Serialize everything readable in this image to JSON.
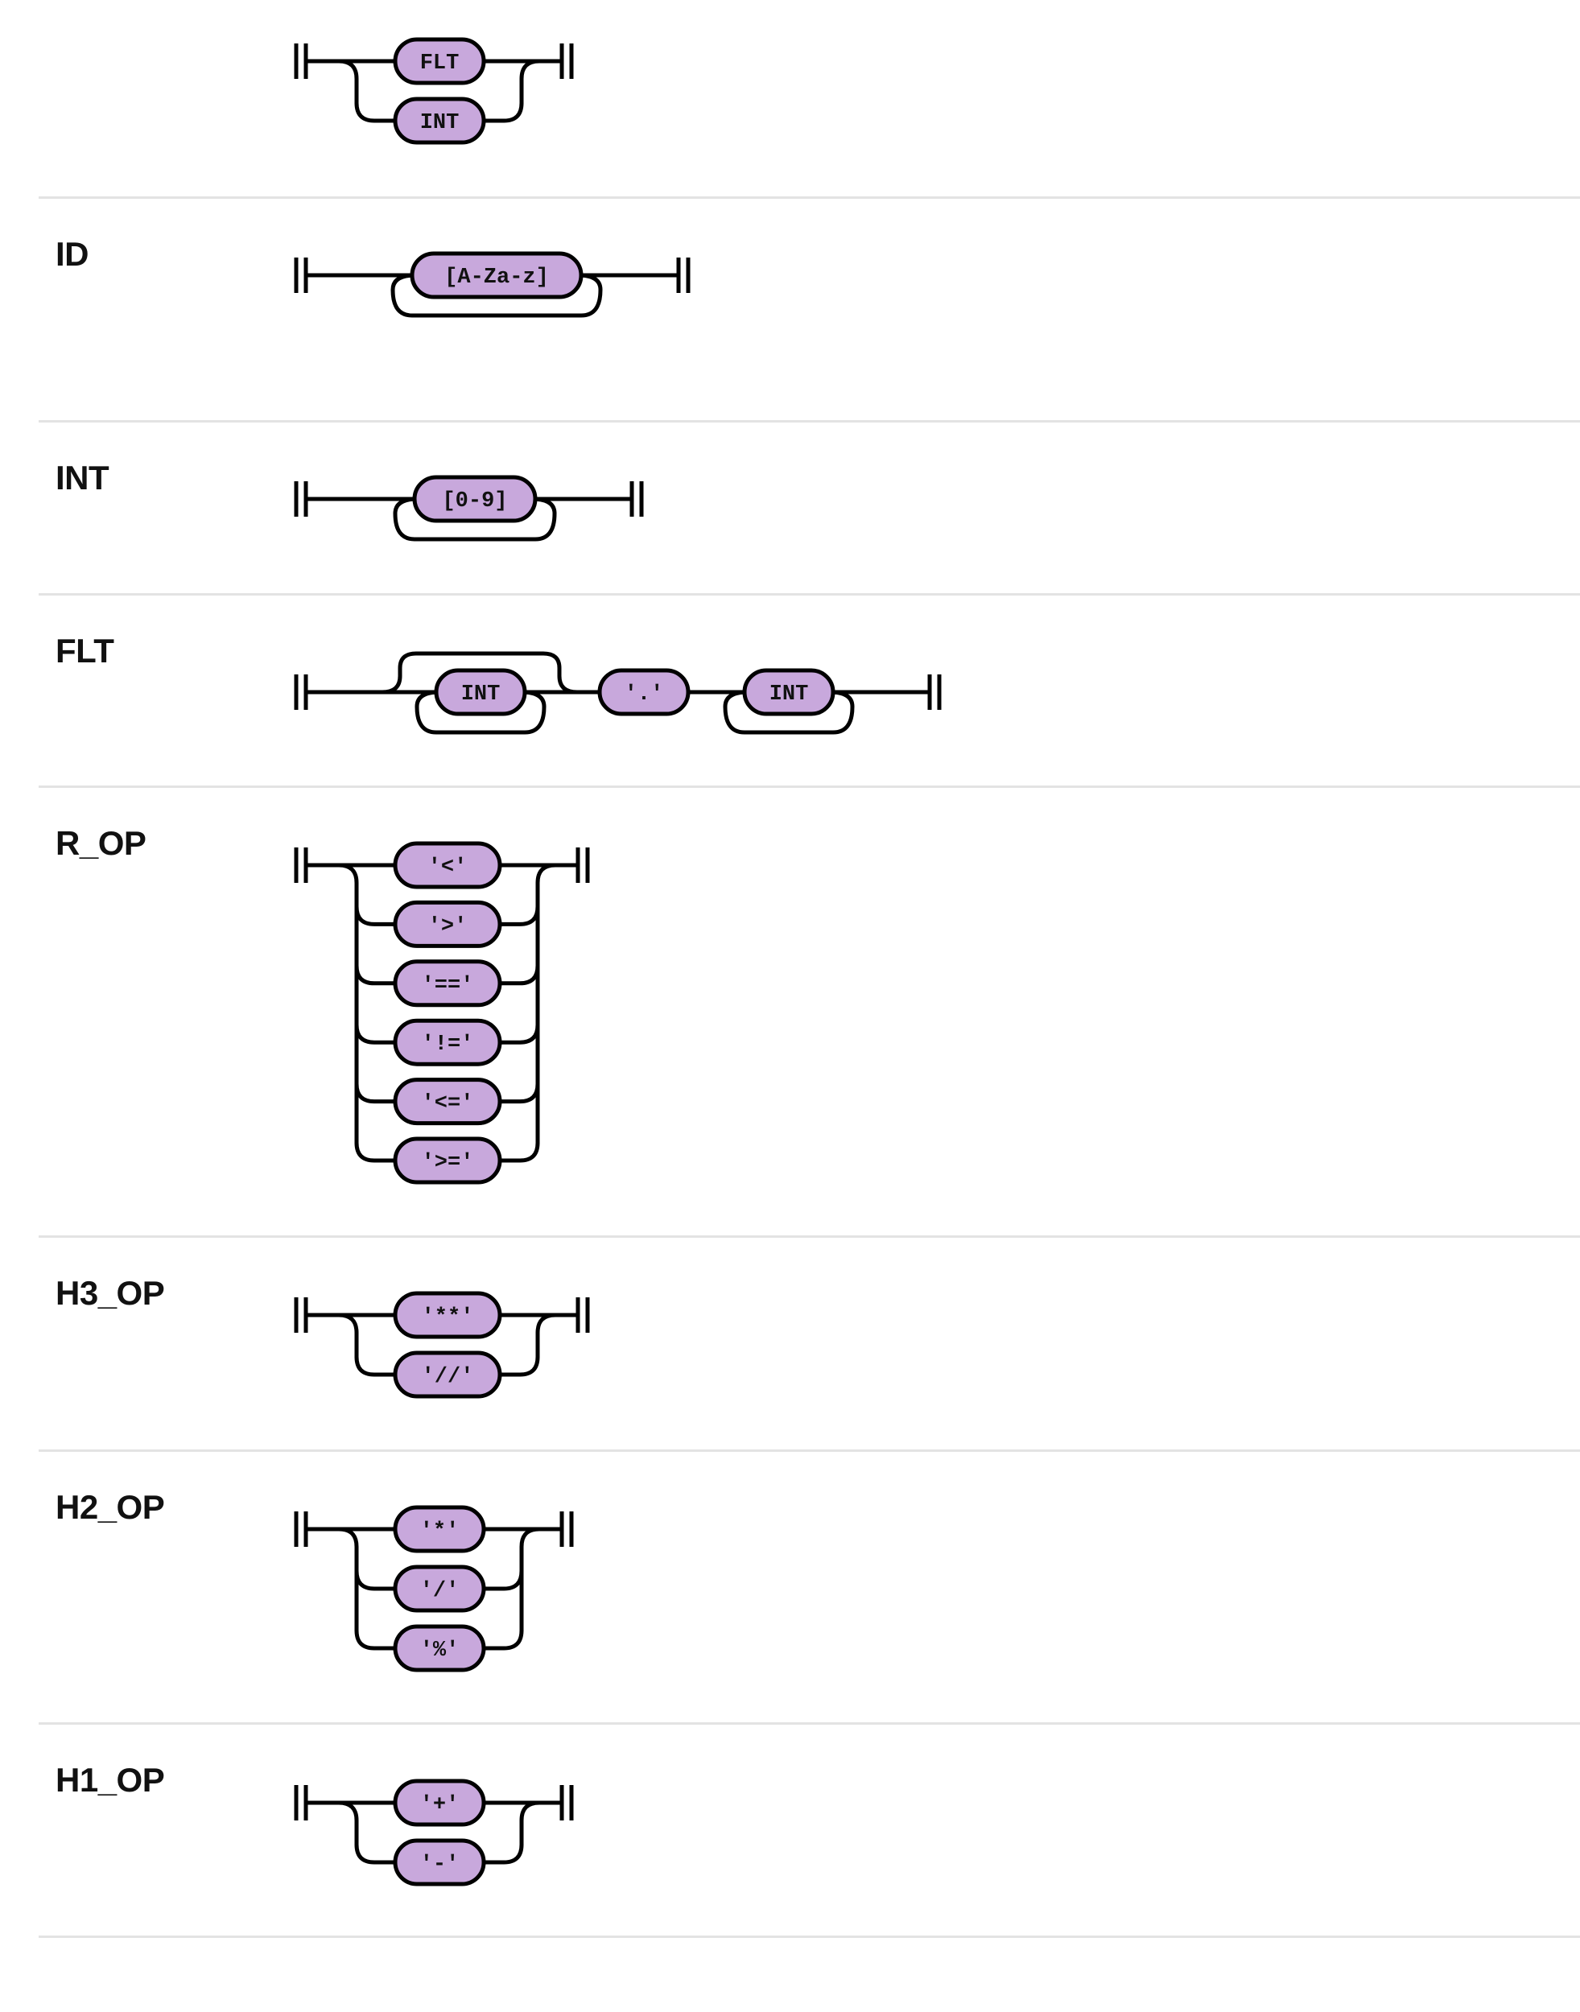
{
  "colors": {
    "terminal_fill": "#c8a8dc",
    "line": "#000000",
    "divider": "#e3e3e3",
    "background": "#ffffff"
  },
  "rules": {
    "number": {
      "name": "",
      "alternatives": [
        "FLT",
        "INT"
      ]
    },
    "id": {
      "name": "ID",
      "repeat": "[A-Za-z]"
    },
    "int": {
      "name": "INT",
      "repeat": "[0-9]"
    },
    "flt": {
      "name": "FLT",
      "optional_repeat": "INT",
      "dot": "'.'",
      "repeat": "INT"
    },
    "r_op": {
      "name": "R_OP",
      "alternatives": [
        "'<'",
        "'>'",
        "'=='",
        "'!='",
        "'<='",
        "'>='"
      ]
    },
    "h3_op": {
      "name": "H3_OP",
      "alternatives": [
        "'**'",
        "'//'"
      ]
    },
    "h2_op": {
      "name": "H2_OP",
      "alternatives": [
        "'*'",
        "'/'",
        "'%'"
      ]
    },
    "h1_op": {
      "name": "H1_OP",
      "alternatives": [
        "'+'",
        "'-'"
      ]
    }
  }
}
